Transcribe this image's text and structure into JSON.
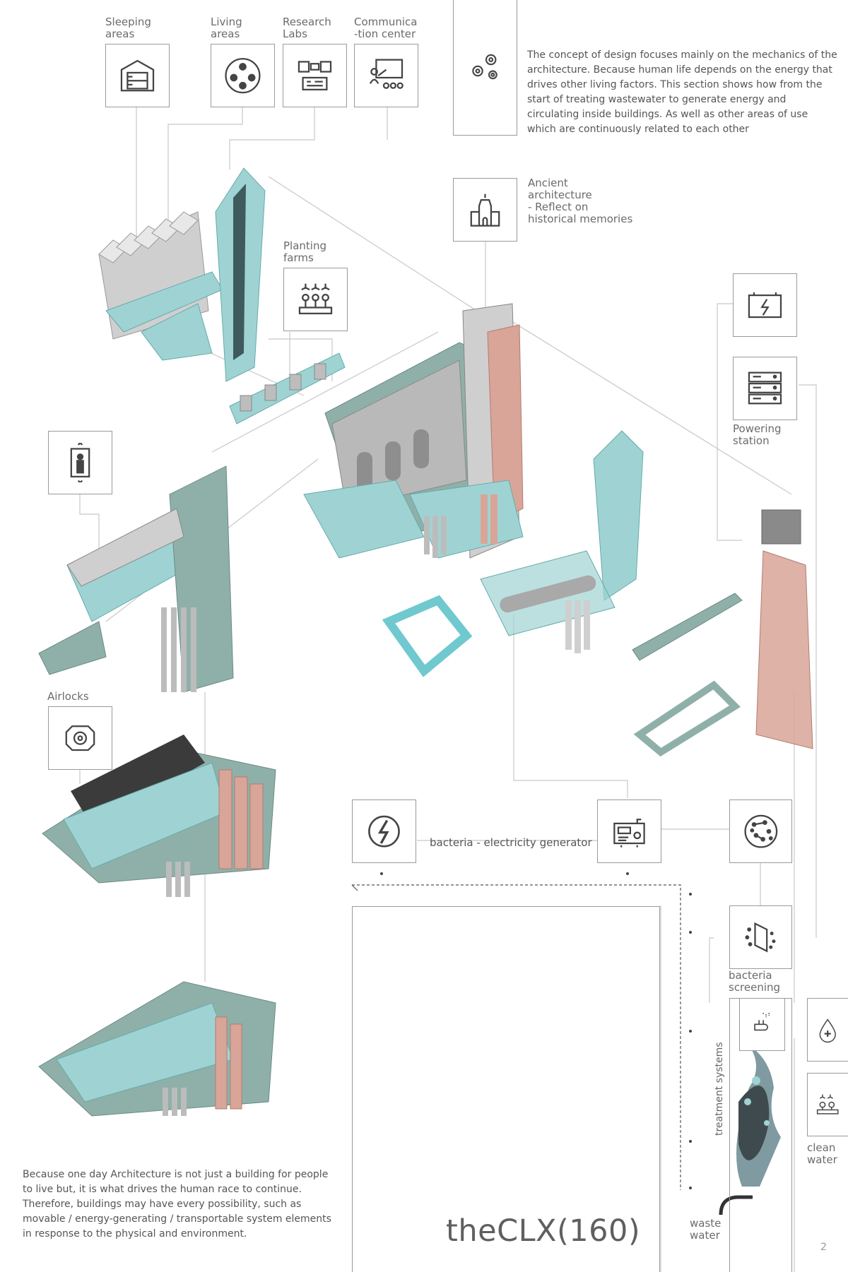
{
  "labels": {
    "sleeping": "Sleeping\nareas",
    "living": "Living\nareas",
    "research": "Research\nLabs",
    "communication": "Communica\n-tion center",
    "planting": "Planting\nfarms",
    "ancient": "Ancient\narchitecture\n- Reflect on\nhistorical memories",
    "powering": "Powering\nstation",
    "airlocks": "Airlocks",
    "bacteria_screening": "bacteria\nscreening",
    "clean_water": "clean\nwater",
    "waste_water": "waste\nwater",
    "treatment": "treatment systems",
    "generator": "bacteria - electricity generator"
  },
  "concept_text": "The concept of design focuses mainly on the mechanics of the architecture. Because human life depends on the energy that drives other living factors. This section shows how from the start of treating wastewater to generate energy and circulating inside buildings. As well as other areas of use which are continuously related to each other",
  "closing_text": "Because one day Architecture is not just a building for people to live but, it is what drives the human race to continue. Therefore, buildings may have every possibility, such as movable / energy-generating / transportable system elements in response to the physical and environment.",
  "project_title": "theCLX(160)",
  "page_number": "2",
  "colors": {
    "teal": "#9fd3d3",
    "sage": "#8fb0a8",
    "copper": "#d9a598",
    "grey": "#b9b9b9",
    "dark": "#3f4a4f"
  },
  "icons": [
    "bunk-bed-icon",
    "community-icon",
    "lab-equipment-icon",
    "presentation-icon",
    "gears-icon",
    "cathedral-icon",
    "planting-icon",
    "battery-icon",
    "server-rack-icon",
    "elevator-icon",
    "airlock-icon",
    "lightning-icon",
    "generator-icon",
    "bacteria-icon",
    "filter-icon",
    "water-drop-icon",
    "hand-wash-icon",
    "irrigation-icon"
  ]
}
